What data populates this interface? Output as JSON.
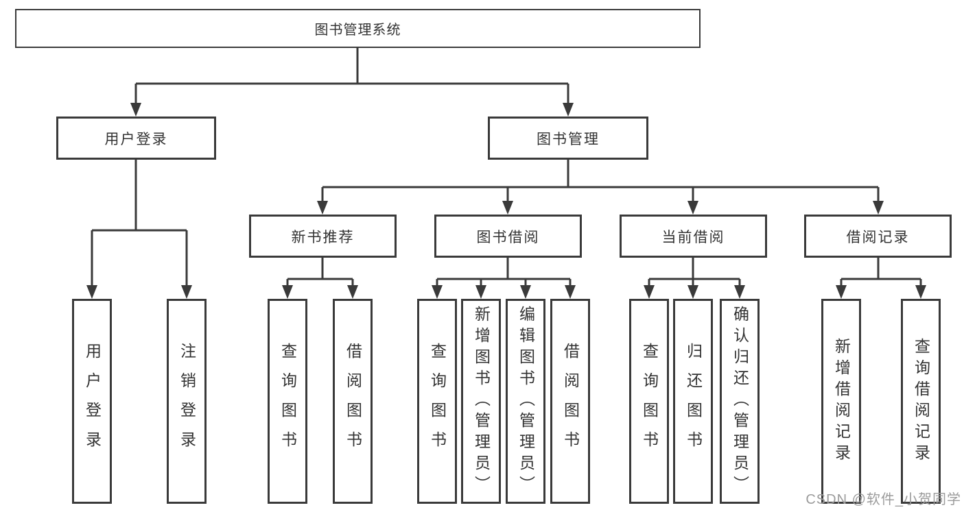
{
  "diagram": {
    "root": "图书管理系统",
    "branches": [
      {
        "label": "用户登录",
        "leaves": [
          "用户登录",
          "注销登录"
        ]
      },
      {
        "label": "图书管理",
        "groups": [
          {
            "label": "新书推荐",
            "leaves": [
              "查询图书",
              "借阅图书"
            ]
          },
          {
            "label": "图书借阅",
            "leaves": [
              "查询图书",
              "新增图书（管理员）",
              "编辑图书（管理员）",
              "借阅图书"
            ]
          },
          {
            "label": "当前借阅",
            "leaves": [
              "查询图书",
              "归还图书",
              "确认归还（管理员）"
            ]
          },
          {
            "label": "借阅记录",
            "leaves": [
              "新增借阅记录",
              "查询借阅记录"
            ]
          }
        ]
      }
    ]
  },
  "watermark": "CSDN @软件_小贺同学",
  "colors": {
    "line": "#3a3a3a",
    "text": "#333333",
    "watermark": "#9b9b9b",
    "background": "#ffffff"
  }
}
